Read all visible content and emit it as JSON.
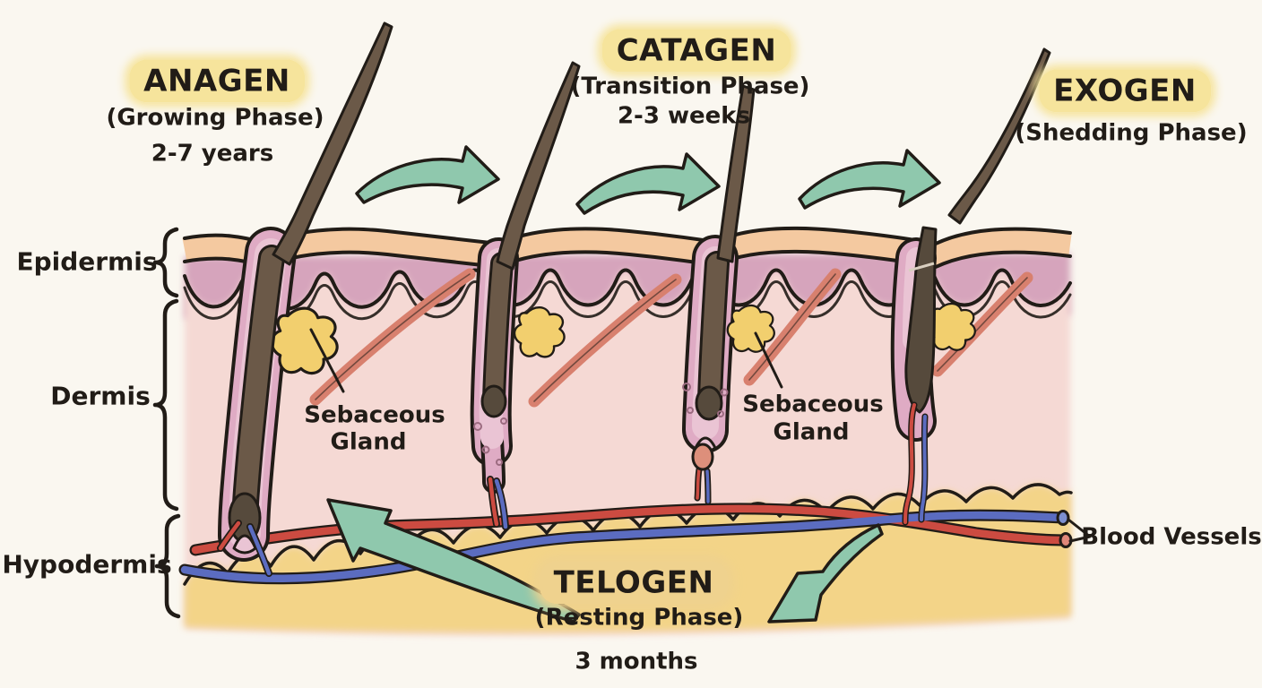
{
  "phases": {
    "anagen": {
      "name": "ANAGEN",
      "subtitle": "(Growing Phase)",
      "duration": "2-7 years"
    },
    "catagen": {
      "name": "CATAGEN",
      "subtitle": "(Transition Phase)",
      "duration": "2-3 weeks"
    },
    "exogen": {
      "name": "EXOGEN",
      "subtitle": "(Shedding Phase)"
    },
    "telogen": {
      "name": "TELOGEN",
      "subtitle": "(Resting Phase)",
      "duration": "3 months"
    }
  },
  "skin_layers": {
    "epidermis": {
      "label": "Epidermis"
    },
    "dermis": {
      "label": "Dermis"
    },
    "hypodermis": {
      "label": "Hypodermis"
    }
  },
  "annotations": {
    "sebaceous_gland_left": {
      "line1": "Sebaceous",
      "line2": "Gland"
    },
    "sebaceous_gland_right": {
      "line1": "Sebaceous",
      "line2": "Gland"
    },
    "blood_vessels": {
      "label": "Blood Vessels"
    }
  },
  "icons": {
    "cycle_arrow_top": "curved-right-arrow",
    "recycle_arrow": "curved-up-left-arrow",
    "telogen_arrow": "curved-down-left-arrow"
  },
  "colors": {
    "background": "#faf7f0",
    "ink": "#211c17",
    "highlight_yellow": "#f6e49c",
    "highlight_tan": "#efd28e",
    "arrow_teal": "#8fc8ad",
    "epidermis_mauve": "#d6a4bc",
    "surface_peach": "#f4c9a0",
    "dermis_pink": "#f5d9d4",
    "hypodermis_yellow": "#f3d488",
    "hair_brown": "#6b5948",
    "hair_dark": "#564a3c",
    "follicle_pink": "#dfabc4",
    "follicle_pink_light": "#eac4d4",
    "sebaceous_yellow": "#f2cf6e",
    "muscle_salmon": "#d8806e",
    "vessel_red": "#cc4b41",
    "vessel_blue": "#5b6cc0",
    "papilla_salmon": "#dd8f7b"
  }
}
